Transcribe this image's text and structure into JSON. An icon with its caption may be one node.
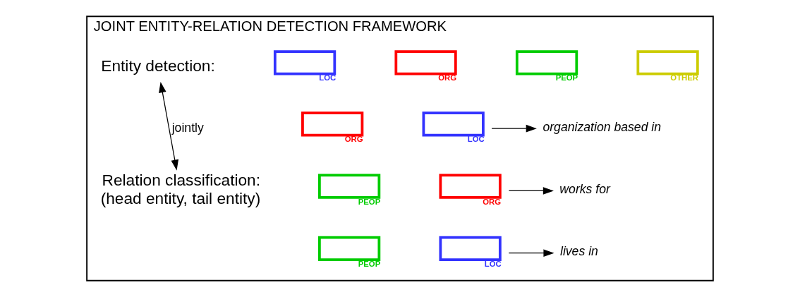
{
  "diagram": {
    "nodes": [
      {
        "text": [
          "JOINT ENTITY-RELATION DETECTION FRAMEWORK"
        ]
      },
      {
        "text": [
          "Entity detection:"
        ],
        "in": 0
      },
      {
        "text": [
          "Relation classification:",
          "(head entity, tail entity)"
        ],
        "in": 0
      },
      {
        "text": [],
        "shape": "box",
        "beside": [
          "LOC"
        ],
        "in": 0
      },
      {
        "text": [],
        "shape": "box",
        "beside": [
          "ORG"
        ],
        "in": 0
      },
      {
        "text": [],
        "shape": "box",
        "beside": [
          "PEOP"
        ],
        "in": 0
      },
      {
        "text": [],
        "shape": "box",
        "beside": [
          "OTHER"
        ],
        "in": 0
      },
      {
        "text": [],
        "shape": "box",
        "beside": [
          "ORG"
        ],
        "in": 0
      },
      {
        "text": [],
        "shape": "box",
        "beside": [
          "LOC"
        ],
        "in": 0
      },
      {
        "text": [
          "organization based in"
        ],
        "in": 0
      },
      {
        "text": [],
        "shape": "box",
        "beside": [
          "PEOP"
        ],
        "in": 0
      },
      {
        "text": [],
        "shape": "box",
        "beside": [
          "ORG"
        ],
        "in": 0
      },
      {
        "text": [
          "works for"
        ],
        "in": 0
      },
      {
        "text": [],
        "shape": "box",
        "beside": [
          "PEOP"
        ],
        "in": 0
      },
      {
        "text": [],
        "shape": "box",
        "beside": [
          "LOC"
        ],
        "in": 0
      },
      {
        "text": [
          "lives in"
        ],
        "in": 0
      }
    ],
    "edges": [
      {
        "from": 1,
        "to": 2,
        "arrow": "both",
        "label": "jointly"
      },
      {
        "from": 8,
        "to": 9,
        "arrow": "to"
      },
      {
        "from": 11,
        "to": 12,
        "arrow": "to"
      },
      {
        "from": 14,
        "to": 15,
        "arrow": "to"
      }
    ]
  }
}
